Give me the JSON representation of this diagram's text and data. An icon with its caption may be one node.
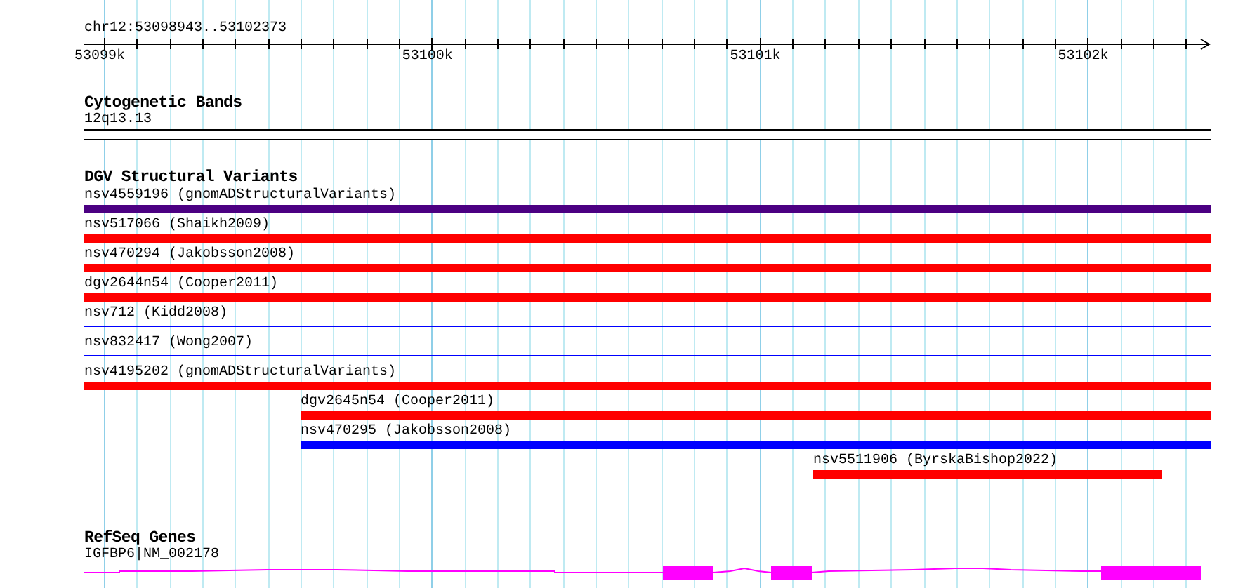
{
  "diagram": {
    "title": "chr12:53098943..53102373",
    "nodes": [
      {
        "text": [
          "12q13.13"
        ]
      },
      {
        "text": [
          "nsv4559196 (gnomADStructuralVariants)"
        ]
      },
      {
        "text": [
          "nsv517066 (Shaikh2009)"
        ]
      },
      {
        "text": [
          "nsv470294 (Jakobsson2008)"
        ]
      },
      {
        "text": [
          "dgv2644n54 (Cooper2011)"
        ]
      },
      {
        "text": [
          "nsv712 (Kidd2008)"
        ]
      },
      {
        "text": [
          "nsv832417 (Wong2007)"
        ]
      },
      {
        "text": [
          "nsv4195202 (gnomADStructuralVariants)"
        ]
      },
      {
        "text": [
          "dgv2645n54 (Cooper2011)"
        ]
      },
      {
        "text": [
          "nsv470295 (Jakobsson2008)"
        ]
      },
      {
        "text": [
          "nsv5511906 (ByrskaBishop2022)"
        ]
      },
      {
        "text": [
          "IGFBP6|NM_002178"
        ]
      }
    ],
    "edges": [],
    "labels": [
      "53099k",
      "53100k",
      "53101k",
      "53102k",
      "Cytogenetic Bands",
      "DGV Structural Variants",
      "RefSeq Genes"
    ]
  }
}
